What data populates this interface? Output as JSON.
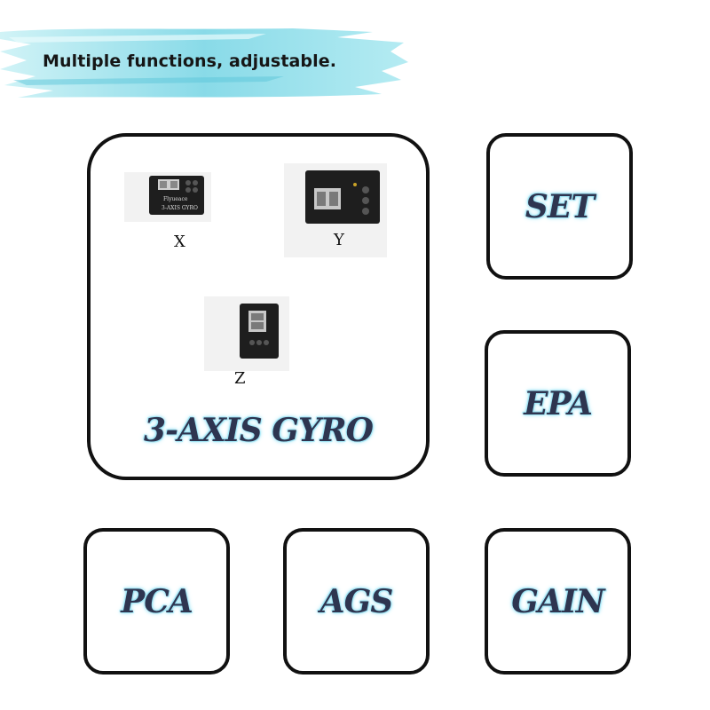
{
  "heading": "Multiple functions, adjustable.",
  "brush_color": "#7fd8e6",
  "gyro": {
    "title": "3-AXIS GYRO",
    "axes": [
      "X",
      "Y",
      "Z"
    ],
    "module_text_brand": "Flyueace",
    "module_text_model": "3-AXIS GYRO"
  },
  "features": [
    "SET",
    "EPA",
    "PCA",
    "AGS",
    "GAIN"
  ]
}
